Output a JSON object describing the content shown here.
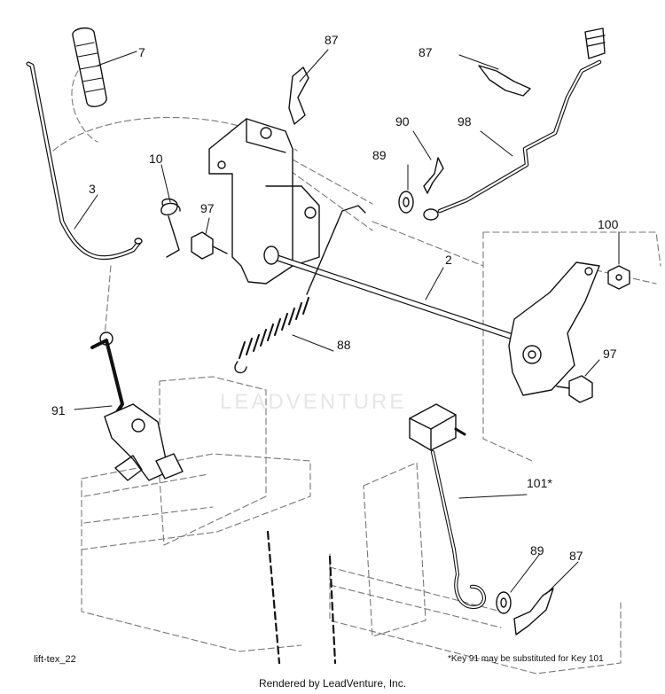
{
  "diagram": {
    "labels": [
      "7",
      "87",
      "87",
      "90",
      "98",
      "10",
      "89",
      "3",
      "97",
      "100",
      "2",
      "88",
      "97",
      "91",
      "101*",
      "89",
      "87"
    ]
  },
  "footer": {
    "figure_code": "lift-tex_22",
    "note": "*Key 91 may be substituted for Key 101",
    "rendered_by": "Rendered by LeadVenture, Inc."
  },
  "watermark": {
    "text": "LEADVENTURE"
  },
  "colors": {
    "line": "#111111",
    "dashed": "#666666",
    "watermark": "#bdbdbd"
  }
}
